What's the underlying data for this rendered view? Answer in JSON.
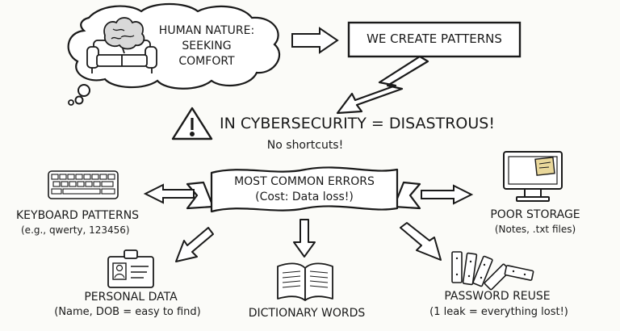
{
  "thought": {
    "line1": "HUMAN NATURE:",
    "line2": "SEEKING",
    "line3": "COMFORT"
  },
  "patterns_box": "WE CREATE PATTERNS",
  "warning": {
    "title": "IN CYBERSECURITY = DISASTROUS!",
    "sub": "No shortcuts!"
  },
  "banner": {
    "line1": "MOST COMMON ERRORS",
    "line2": "(Cost: Data loss!)"
  },
  "errors": {
    "keyboard": {
      "title": "KEYBOARD PATTERNS",
      "detail": "(e.g., qwerty, 123456)"
    },
    "storage": {
      "title": "POOR STORAGE",
      "detail": "(Notes, .txt files)"
    },
    "personal": {
      "title": "PERSONAL DATA",
      "detail": "(Name, DOB = easy to find)"
    },
    "dictionary": {
      "title": "DICTIONARY WORDS"
    },
    "reuse": {
      "title": "PASSWORD REUSE",
      "detail": "(1 leak = everything lost!)"
    }
  },
  "colors": {
    "ink": "#1a1a1a",
    "paper": "#fbfbf8",
    "sticky_note": "#e9d79a",
    "brain": "#d9d9d9"
  },
  "icons": [
    "brain-icon",
    "sofa-icon",
    "warning-icon",
    "keyboard-icon",
    "monitor-icon",
    "id-badge-icon",
    "open-book-icon",
    "dominoes-icon"
  ]
}
